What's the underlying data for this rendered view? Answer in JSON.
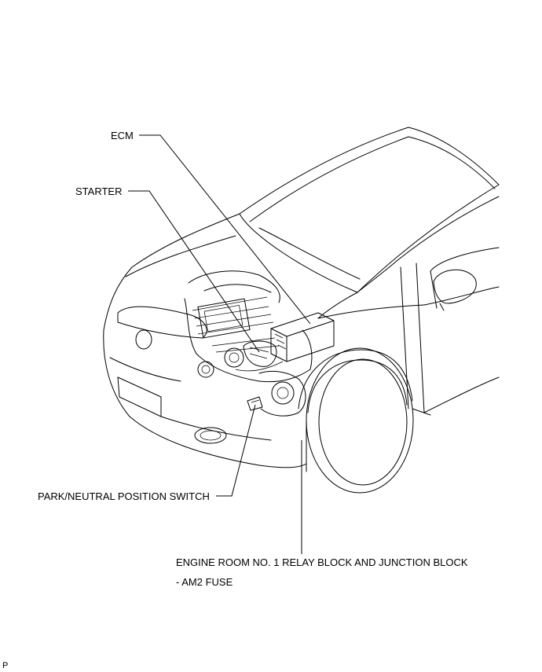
{
  "labels": {
    "ecm": "ECM",
    "starter": "STARTER",
    "park_neutral": "PARK/NEUTRAL POSITION SWITCH",
    "relay_block_line1": "ENGINE ROOM NO. 1 RELAY BLOCK AND JUNCTION BLOCK",
    "relay_block_line2": "- AM2 FUSE"
  },
  "page_marker": "P"
}
